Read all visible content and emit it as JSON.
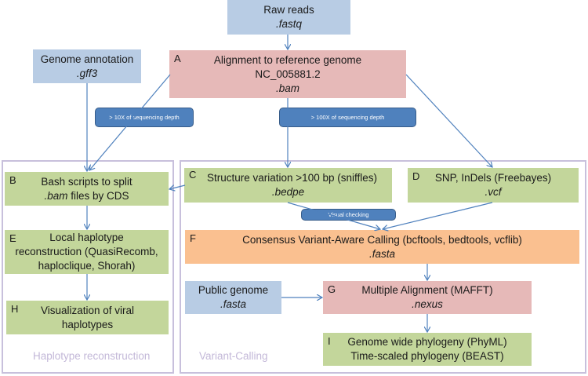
{
  "colors": {
    "input_blue": "#b8cce4",
    "alignment_pink": "#e6b9b8",
    "process_green": "#c3d69b",
    "consensus_orange": "#fac090",
    "connector_blue": "#4f81bd",
    "group_border": "#c8c0dc"
  },
  "nodes": {
    "raw_reads": {
      "title": "Raw reads",
      "format": ".fastq"
    },
    "genome_annotation": {
      "title": "Genome annotation",
      "format": ".gff3"
    },
    "alignment": {
      "letter": "A",
      "title": "Alignment to reference genome",
      "subtitle": "NC_005881.2",
      "format": ".bam"
    },
    "bash_split": {
      "letter": "B",
      "title": "Bash scripts to split",
      "format": ".bam",
      "title_suffix": " files by CDS"
    },
    "structure_variation": {
      "letter": "C",
      "title": "Structure variation >100 bp (sniffles)",
      "format": ".bedpe"
    },
    "snp_indels": {
      "letter": "D",
      "title": "SNP, InDels (Freebayes)",
      "format": ".vcf"
    },
    "local_haplotype": {
      "letter": "E",
      "line1": "Local haplotype",
      "line2": "reconstruction (QuasiRecomb,",
      "line3": "haploclique, Shorah)"
    },
    "consensus": {
      "letter": "F",
      "title": "Consensus Variant-Aware Calling (bcftools, bedtools, vcflib)",
      "format": ".fasta"
    },
    "public_genome": {
      "title": "Public genome",
      "format": ".fasta"
    },
    "multiple_alignment": {
      "letter": "G",
      "title": "Multiple Alignment (MAFFT)",
      "format": ".nexus"
    },
    "visualization": {
      "letter": "H",
      "line1": "Visualization of viral",
      "line2": "haplotypes"
    },
    "phylogeny": {
      "letter": "I",
      "line1": "Genome wide phylogeny (PhyML)",
      "line2": "Time-scaled phylogeny (BEAST)"
    }
  },
  "connectors": {
    "depth_10x": "> 10X of sequencing depth",
    "depth_100x": "> 100X of sequencing depth",
    "visual_checking": "Visual checking"
  },
  "groups": {
    "haplotype": "Haplotype reconstruction",
    "variant": "Variant-Calling"
  }
}
